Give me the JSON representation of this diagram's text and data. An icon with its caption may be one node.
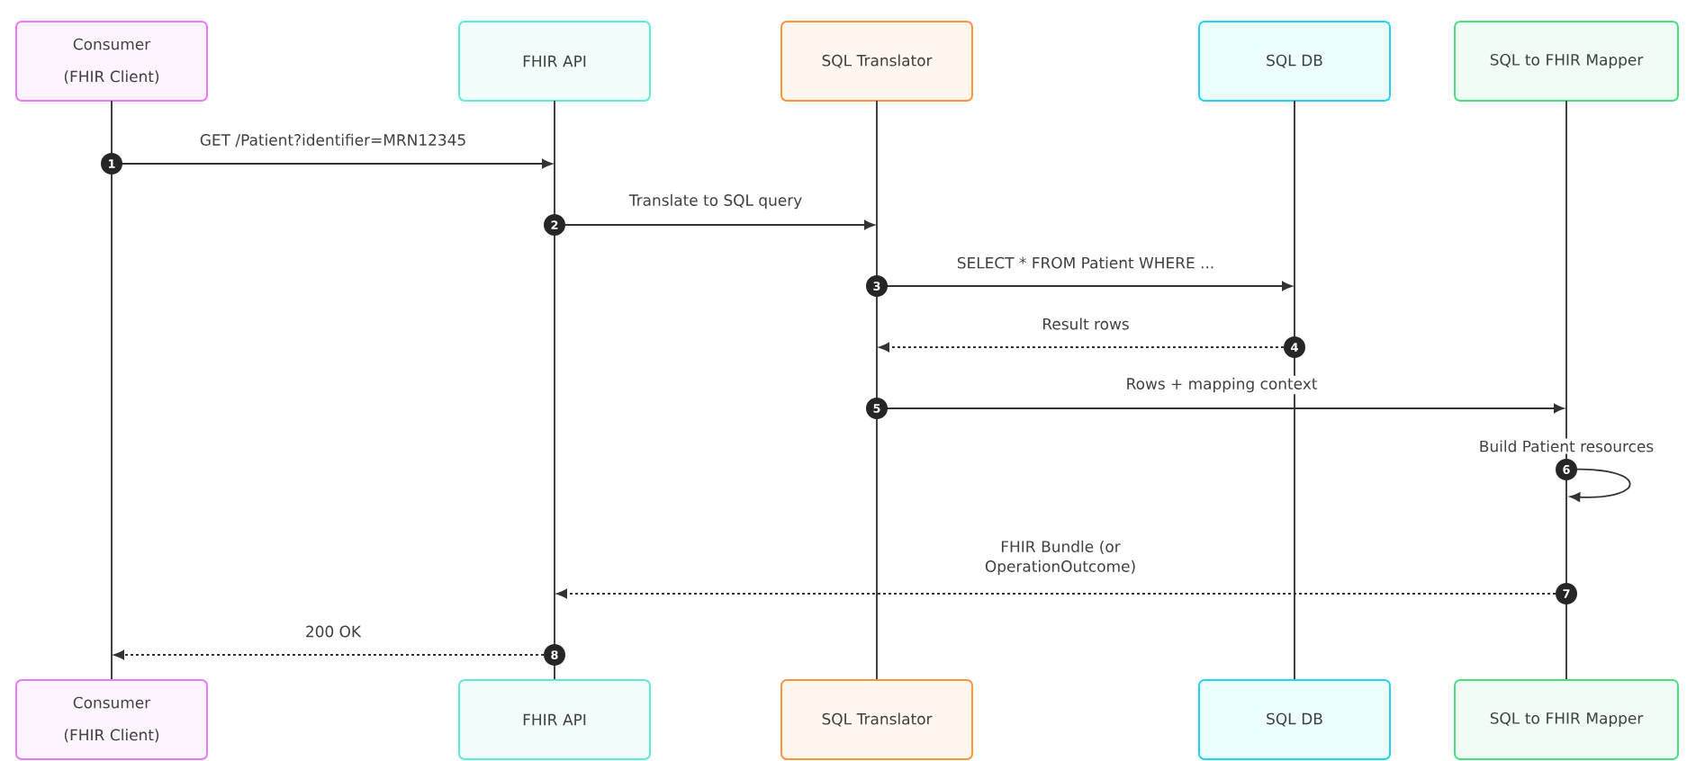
{
  "diagram": {
    "nodes": [
      {
        "text": [
          "Consumer (FHIR Client)"
        ]
      },
      {
        "text": [
          "FHIR API"
        ]
      },
      {
        "text": [
          "SQL Translator"
        ]
      },
      {
        "text": [
          "SQL DB"
        ]
      },
      {
        "text": [
          "SQL to FHIR Mapper"
        ]
      },
      {
        "text": [],
        "shape": "line"
      },
      {
        "text": [],
        "shape": "line"
      },
      {
        "text": [],
        "shape": "line"
      },
      {
        "text": [],
        "shape": "line"
      },
      {
        "text": [],
        "shape": "line"
      },
      {
        "text": [
          "Consumer (FHIR Client)"
        ]
      },
      {
        "text": [
          "FHIR API"
        ]
      },
      {
        "text": [
          "SQL Translator"
        ]
      },
      {
        "text": [
          "SQL DB"
        ]
      },
      {
        "text": [
          "SQL to FHIR Mapper"
        ]
      }
    ],
    "edges": [
      {
        "from": 5,
        "to": 6,
        "arrow": "to",
        "label": "GET /Patient?identifier=MRN12345"
      },
      {
        "from": 6,
        "to": 7,
        "arrow": "to",
        "label": "Translate to SQL query"
      },
      {
        "from": 7,
        "to": 8,
        "arrow": "to",
        "label": "SELECT * FROM Patient WHERE ..."
      },
      {
        "from": 8,
        "to": 7,
        "arrow": "to",
        "label": "Result rows",
        "style": "dashed"
      },
      {
        "from": 7,
        "to": 9,
        "arrow": "to",
        "label": "Rows + mapping context"
      },
      {
        "from": 9,
        "to": 9,
        "arrow": "to",
        "label": "Build Patient resources"
      },
      {
        "from": 9,
        "to": 6,
        "arrow": "to",
        "label": "FHIR Bundle (or OperationOutcome)",
        "style": "dashed"
      },
      {
        "from": 6,
        "to": 5,
        "arrow": "to",
        "label": "200 OK",
        "style": "dashed"
      }
    ],
    "labels": [
      "1",
      "2",
      "3",
      "4",
      "5",
      "6",
      "7",
      "8"
    ]
  }
}
